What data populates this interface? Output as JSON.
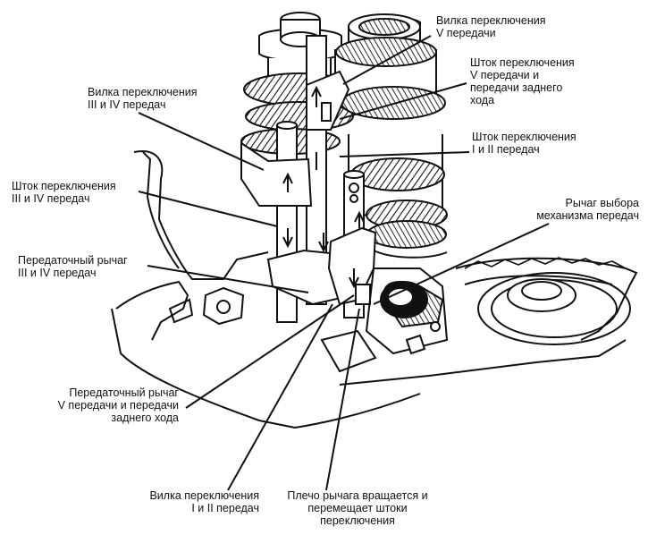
{
  "labels": {
    "fork_v": [
      "Вилка переключения",
      "V передачи"
    ],
    "fork_3_4": [
      "Вилка переключения",
      "III и IV передач"
    ],
    "rod_v_rev": [
      "Шток переключения",
      "V передачи и",
      "передачи заднего",
      "хода"
    ],
    "rod_1_2": [
      "Шток переключения",
      "I и II передач"
    ],
    "rod_3_4": [
      "Шток переключения",
      "III и IV передач"
    ],
    "select_lever": [
      "Рычаг выбора",
      "механизма передач"
    ],
    "transfer_3_4": [
      "Передаточный рычаг",
      "III и IV передач"
    ],
    "transfer_v_rev": [
      "Передаточный рычаг",
      "V передачи и передачи",
      "заднего хода"
    ],
    "fork_1_2": [
      "Вилка переключения",
      "I и II передач"
    ],
    "lever_arm": [
      "Плечо рычага вращается и",
      "перемещает штоки",
      "переключения"
    ]
  },
  "colors": {
    "ink": "#111111",
    "paper": "#ffffff"
  }
}
